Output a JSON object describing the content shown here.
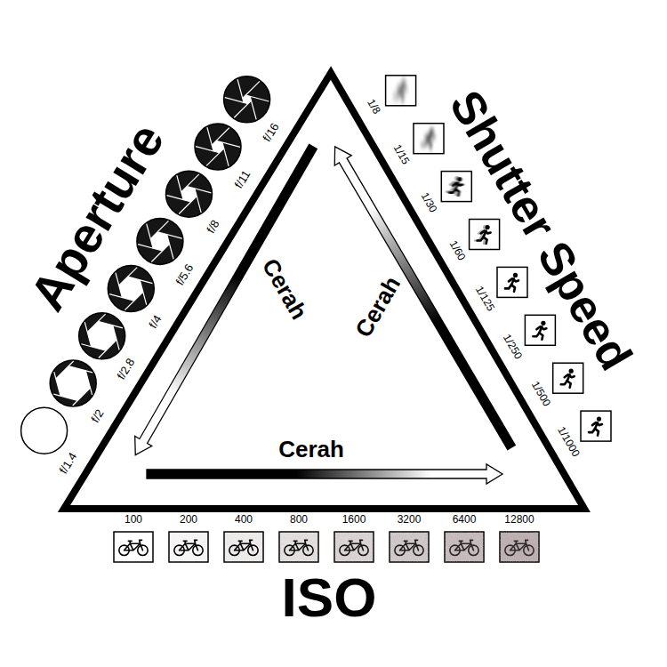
{
  "diagram": {
    "labels": [
      "Aperture",
      "f/1.4",
      "f/2",
      "f/2.8",
      "f/4",
      "f/5.6",
      "f/8",
      "f/11",
      "f/16",
      "Shutter Speed",
      "1/8",
      "1/15",
      "1/30",
      "1/60",
      "1/125",
      "1/250",
      "1/500",
      "1/1000",
      "Cerah",
      "Cerah",
      "Cerah",
      "100",
      "200",
      "400",
      "800",
      "1600",
      "3200",
      "6400",
      "12800",
      "ISO"
    ]
  }
}
